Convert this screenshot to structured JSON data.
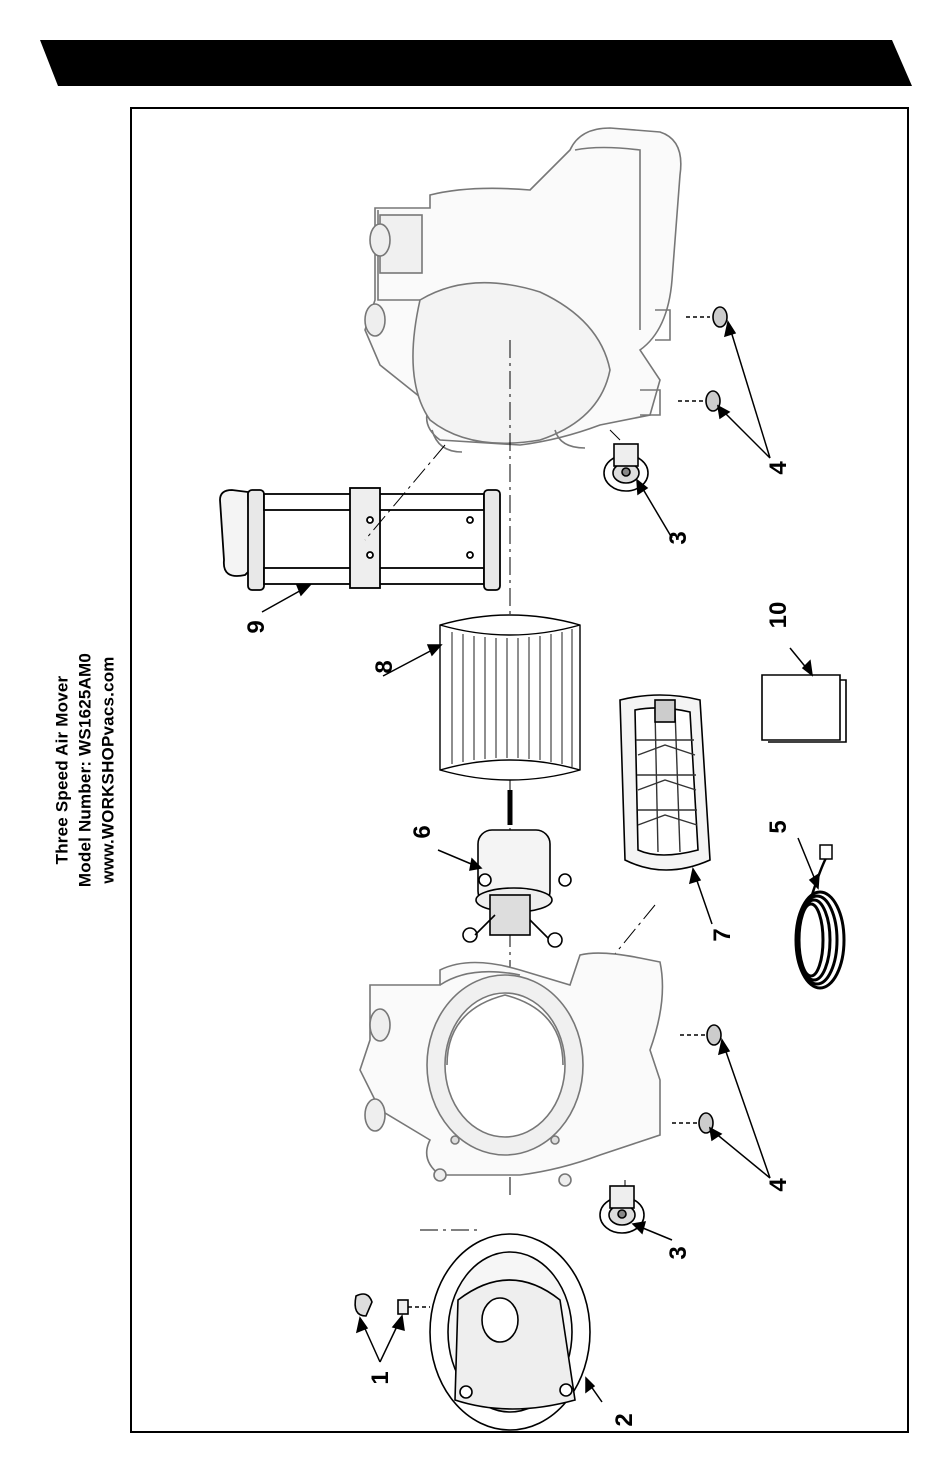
{
  "doc": {
    "title": "Three Speed Air Mover",
    "model_line": "Model Number:  WS1625AM0",
    "website": "www.WORKSHOPvacs.com"
  },
  "callouts": {
    "c1": "1",
    "c2": "2",
    "c3a": "3",
    "c3b": "3",
    "c4a": "4",
    "c4b": "4",
    "c5": "5",
    "c6": "6",
    "c7": "7",
    "c8": "8",
    "c9": "9",
    "c10": "10"
  }
}
